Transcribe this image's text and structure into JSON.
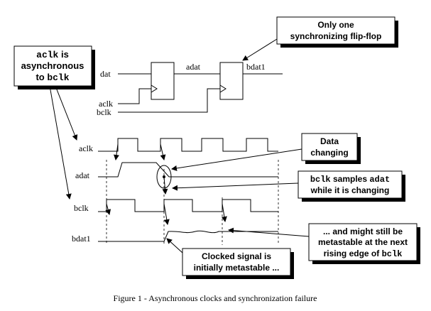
{
  "labels": {
    "dat": "dat",
    "adat_net": "adat",
    "bdat1_net": "bdat1",
    "aclk_in": "aclk",
    "bclk_in": "bclk",
    "wave_aclk": "aclk",
    "wave_adat": "adat",
    "wave_bclk": "bclk",
    "wave_bdat1": "bdat1"
  },
  "callouts": {
    "async": {
      "line1_mono": "aclk",
      "line1_rest": " is",
      "line2": "asynchronous",
      "line3_pre": "to ",
      "line3_mono": "bclk"
    },
    "one_ff": {
      "line1": "Only one",
      "line2": "synchronizing flip-flop"
    },
    "data_changing": {
      "line1": "Data",
      "line2": "changing"
    },
    "bclk_samples": {
      "line1_mono_a": "bclk",
      "line1_mid": " samples ",
      "line1_mono_b": "adat",
      "line2": "while it is changing"
    },
    "still_meta": {
      "line1": "... and might still be",
      "line2": "metastable at the next",
      "line3_pre": "rising edge of ",
      "line3_mono": "bclk"
    },
    "clocked": {
      "line1": "Clocked signal is",
      "line2": "initially metastable ..."
    }
  },
  "caption": {
    "prefix": "Figure 1 - ",
    "text": "Asynchronous clocks and synchronization failure"
  }
}
